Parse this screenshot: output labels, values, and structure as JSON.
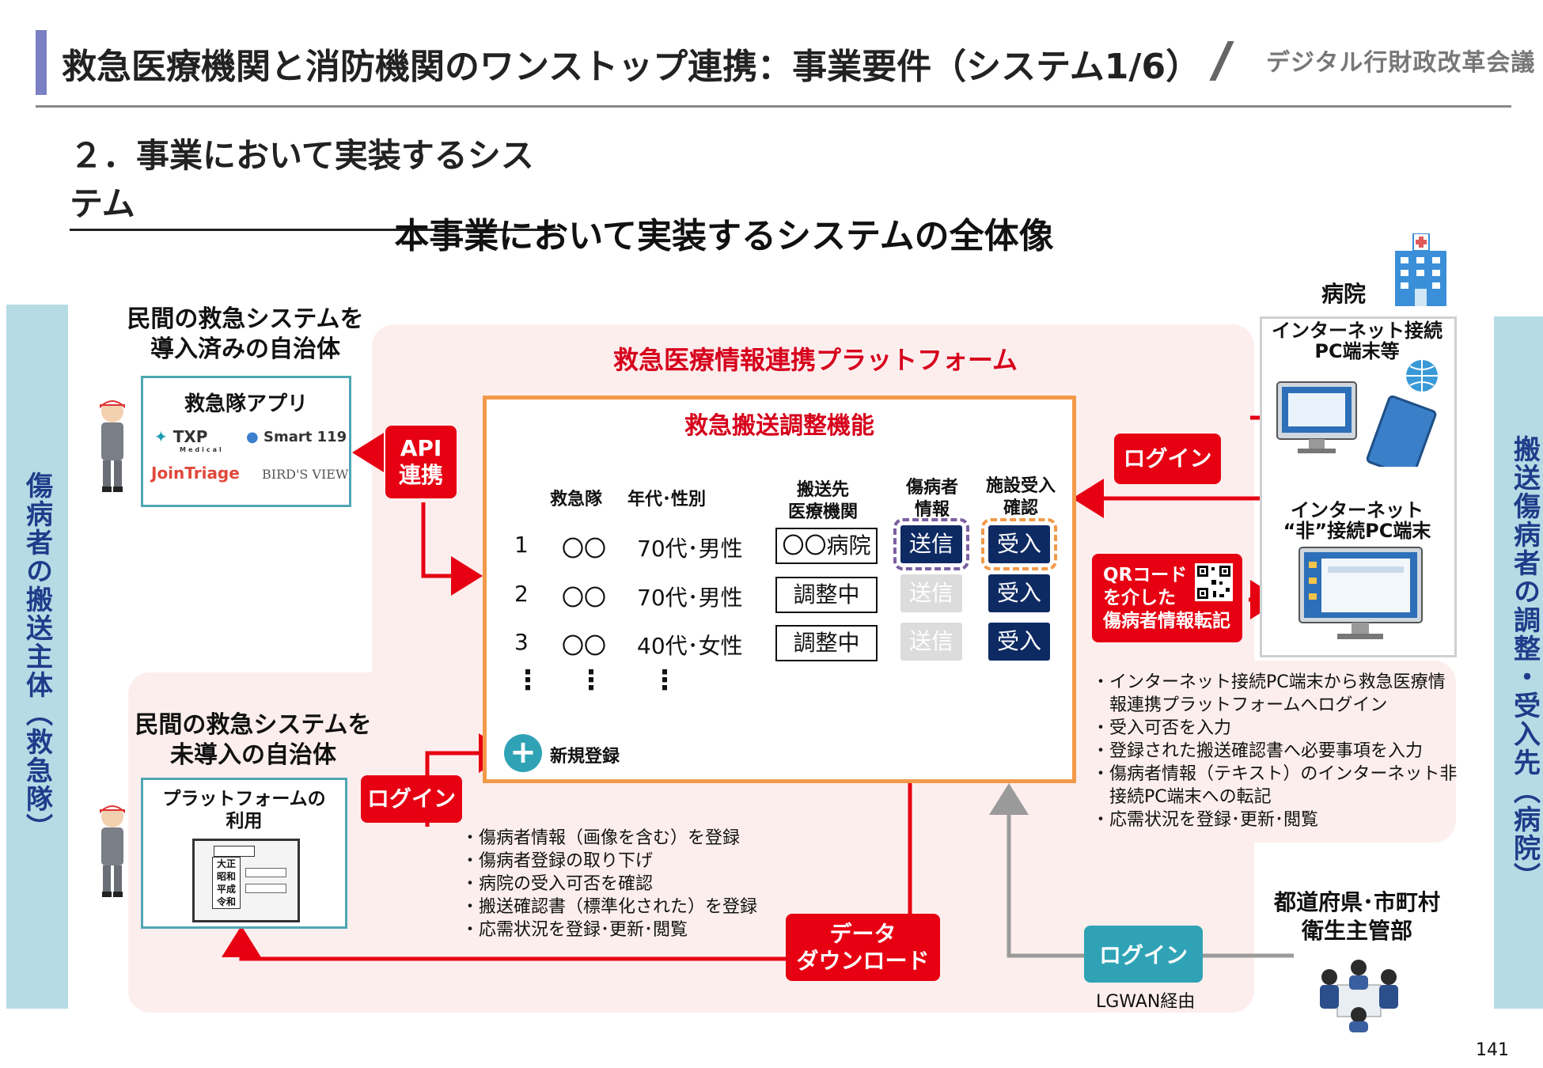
{
  "header": {
    "title": "救急医療機関と消防機関のワンストップ連携：事業要件（システム1/6）",
    "org": "デジタル行財政改革会議"
  },
  "section_title": "２．事業において実装するシステム",
  "main_title": "本事業において実装するシステムの全体像",
  "left_side": "傷病者の搬送主体（救急隊）",
  "right_side": "搬送傷病者の調整・受入先（病院）",
  "left_top": {
    "label_line1": "民間の救急システムを",
    "label_line2": "導入済みの自治体",
    "box_title": "救急隊アプリ",
    "logos": [
      "TXP",
      "Medical",
      "Smart 119",
      "JoinTriage",
      "BIRD'S VIEW"
    ]
  },
  "left_bottom": {
    "label_line1": "民間の救急システムを",
    "label_line2": "未導入の自治体",
    "box_title_line1": "プラットフォームの",
    "box_title_line2": "利用",
    "era_options": [
      "大正",
      "昭和",
      "平成",
      "令和"
    ]
  },
  "buttons": {
    "api_line1": "API",
    "api_line2": "連携",
    "login": "ログイン",
    "qr_line1": "QRコード",
    "qr_line2": "を介した",
    "qr_line3": "傷病者情報転記",
    "data_dl_line1": "データ",
    "data_dl_line2": "ダウンロード"
  },
  "platform": {
    "title": "救急医療情報連携プラットフォーム",
    "inner_title": "救急搬送調整機能",
    "new_registration": "新規登録",
    "columns": {
      "team": "救急隊",
      "age_sex": "年代･性別",
      "dest_line1": "搬送先",
      "dest_line2": "医療機関",
      "info_line1": "傷病者",
      "info_line2": "情報",
      "accept_line1": "施設受入",
      "accept_line2": "確認"
    },
    "rows": [
      {
        "no": "1",
        "team": "〇〇",
        "age_sex": "70代･男性",
        "dest": "〇〇病院",
        "send": "送信",
        "accept": "受入",
        "send_active": true
      },
      {
        "no": "2",
        "team": "〇〇",
        "age_sex": "70代･男性",
        "dest": "調整中",
        "send": "送信",
        "accept": "受入",
        "send_active": false
      },
      {
        "no": "3",
        "team": "〇〇",
        "age_sex": "40代･女性",
        "dest": "調整中",
        "send": "送信",
        "accept": "受入",
        "send_active": false
      }
    ],
    "ellipsis": "⋮"
  },
  "hospital": {
    "label": "病院",
    "internet_line1": "インターネット接続",
    "internet_line2": "PC端末等",
    "non_internet_line1": "インターネット",
    "non_internet_line2": "“非”接続PC端末"
  },
  "ambulance_bullets": [
    "・傷病者情報（画像を含む）を登録",
    "・傷病者登録の取り下げ",
    "・病院の受入可否を確認",
    "・搬送確認書（標準化された）を登録",
    "・応需状況を登録･更新･閲覧"
  ],
  "hospital_bullets": [
    "・インターネット接続PC端末から救急医療情",
    "　報連携プラットフォームへログイン",
    "・受入可否を入力",
    "・登録された搬送確認書へ必要事項を入力",
    "・傷病者情報（テキスト）のインターネット非",
    "　接続PC端末への転記",
    "・応需状況を登録･更新･閲覧"
  ],
  "prefecture": {
    "label_line1": "都道府県･市町村",
    "label_line2": "衛生主管部",
    "via": "LGWAN経由"
  },
  "page_number": "141",
  "colors": {
    "red": "#e60012",
    "navy": "#0e2a63",
    "orange": "#f29a4a",
    "cyan": "#2fa3b5",
    "pink_bg": "#fdeeee",
    "side_bg": "#b5dbe5"
  }
}
